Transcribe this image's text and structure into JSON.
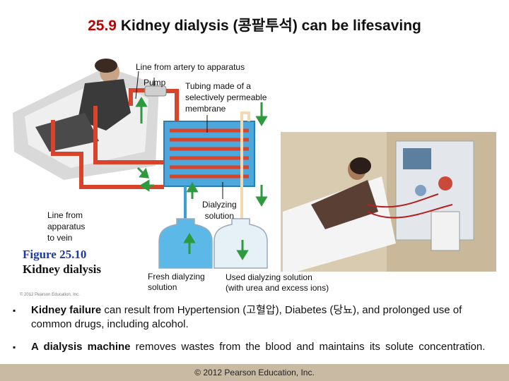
{
  "title": {
    "number": "25.9",
    "text": "Kidney dialysis (콩팥투석) can be lifesaving"
  },
  "labels": {
    "artery_line": "Line from artery to apparatus",
    "pump": "Pump",
    "tubing": [
      "Tubing made of a",
      "selectively permeable",
      "membrane"
    ],
    "vein_line": [
      "Line from",
      "apparatus",
      "to vein"
    ],
    "dialyzing": [
      "Dialyzing",
      "solution"
    ],
    "fresh": [
      "Fresh dialyzing",
      "solution"
    ],
    "used": [
      "Used dialyzing solution",
      "(with urea and excess ions)"
    ]
  },
  "figure": {
    "line1": "Figure 25.10",
    "line2": "Kidney dialysis"
  },
  "small_copyright": "© 2012 Pearson Education, Inc.",
  "bullets": [
    {
      "bold": "Kidney failure",
      "text": " can result from Hypertension (고혈압), Diabetes (당뇨), and prolonged use of common drugs, including alcohol."
    },
    {
      "bold": "A dialysis machine",
      "text": " removes wastes from the blood and maintains its solute concentration."
    }
  ],
  "footer": "© 2012 Pearson Education, Inc.",
  "colors": {
    "title_number": "#c00000",
    "figure_caption": "#1f3aa8",
    "tubing_red": "#d8442a",
    "dialysate_blue": "#3aa0d8",
    "arrow_green": "#2e9a3e",
    "footer_bg": "#c9bba3"
  }
}
